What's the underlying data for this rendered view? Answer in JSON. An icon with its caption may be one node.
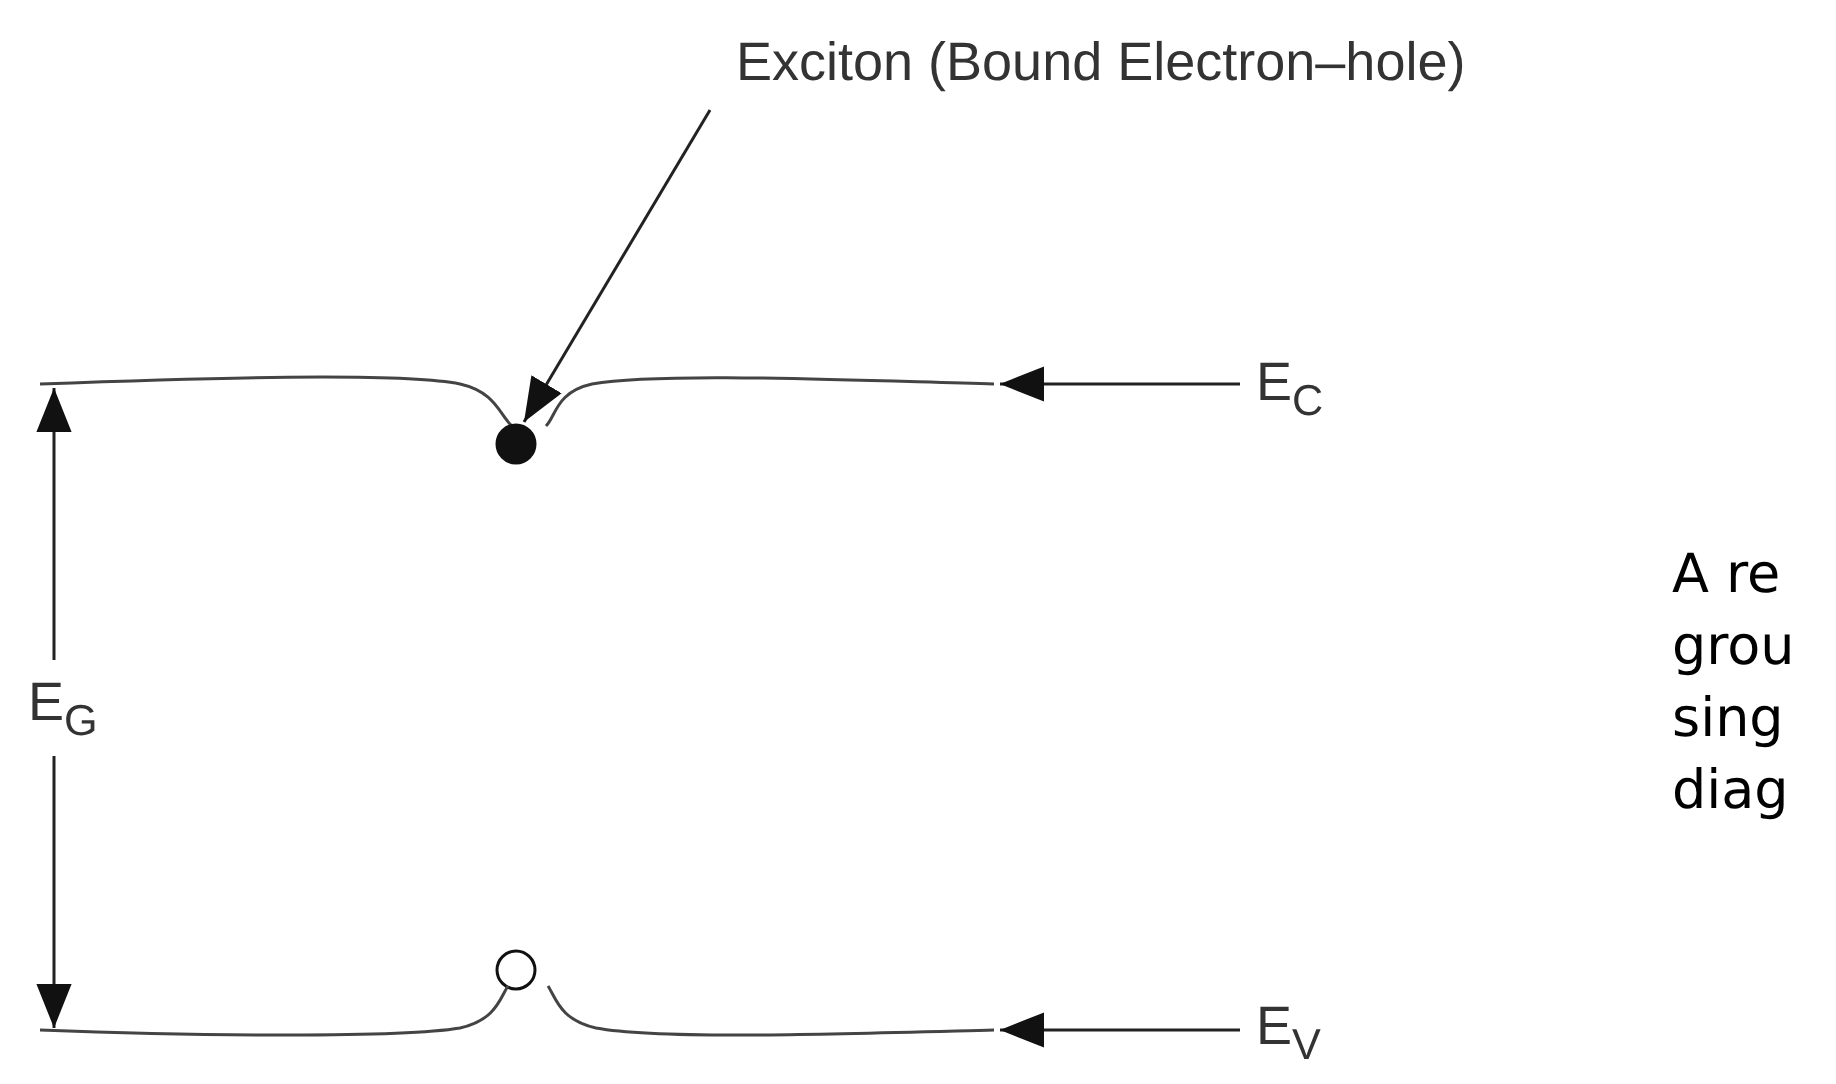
{
  "diagram": {
    "nodes": [
      {
        "text": [
          "Exciton (Bound Electron–hole)"
        ]
      },
      {
        "text": [],
        "shape": "circle",
        "in": 3
      },
      {
        "text": [
          "E$_{C}$"
        ]
      },
      {
        "text": [],
        "shape": "line"
      },
      {
        "text": [],
        "shape": "circle"
      },
      {
        "text": [
          "E$_{V}$"
        ]
      },
      {
        "text": [],
        "shape": "line"
      }
    ],
    "edges": [
      {
        "from": 0,
        "to": 1,
        "arrow": "to"
      },
      {
        "from": 2,
        "to": 3,
        "arrow": "to"
      },
      {
        "from": 5,
        "to": 6,
        "arrow": "to"
      }
    ],
    "labels": [
      "E$_{G}$",
      "A re grou sing diag"
    ]
  }
}
